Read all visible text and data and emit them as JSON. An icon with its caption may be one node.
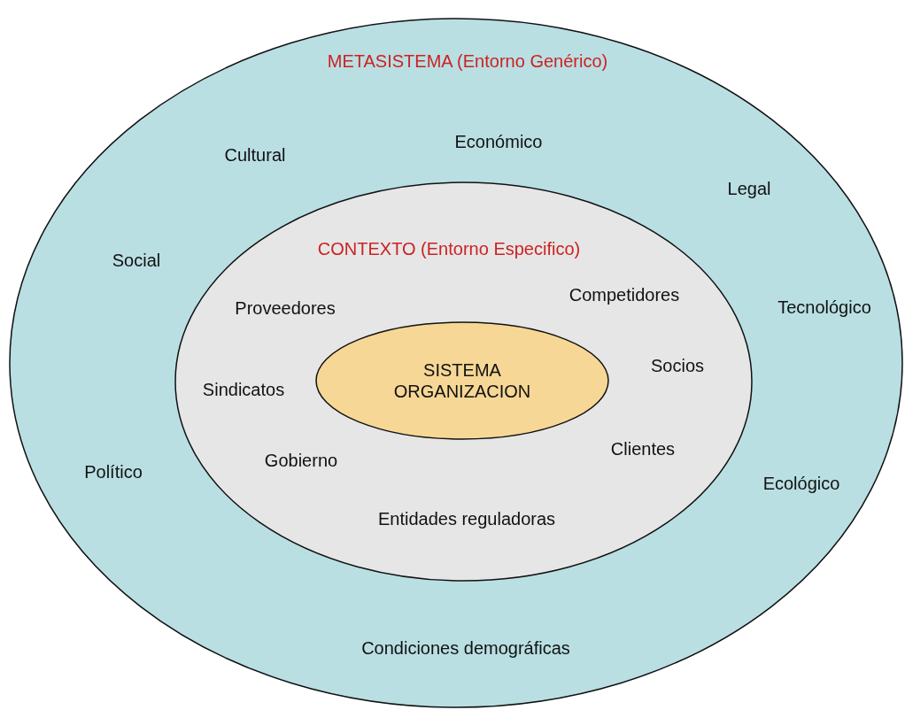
{
  "diagram": {
    "nodes": [
      {
        "text": [
          "METASISTEMA (Entorno Genérico)",
          "Económico",
          "Cultural",
          "Legal",
          "Social",
          "Tecnológico",
          "Político",
          "Ecológico",
          "Condiciones demográficas"
        ]
      },
      {
        "text": [
          "CONTEXTO (Entorno Especifico)",
          "Competidores",
          "Proveedores",
          "Socios",
          "Sindicatos",
          "Clientes",
          "Gobierno",
          "Entidades reguladoras"
        ],
        "in": 0
      },
      {
        "text": [
          "SISTEMA ORGANIZACION"
        ],
        "in": 1
      }
    ]
  }
}
